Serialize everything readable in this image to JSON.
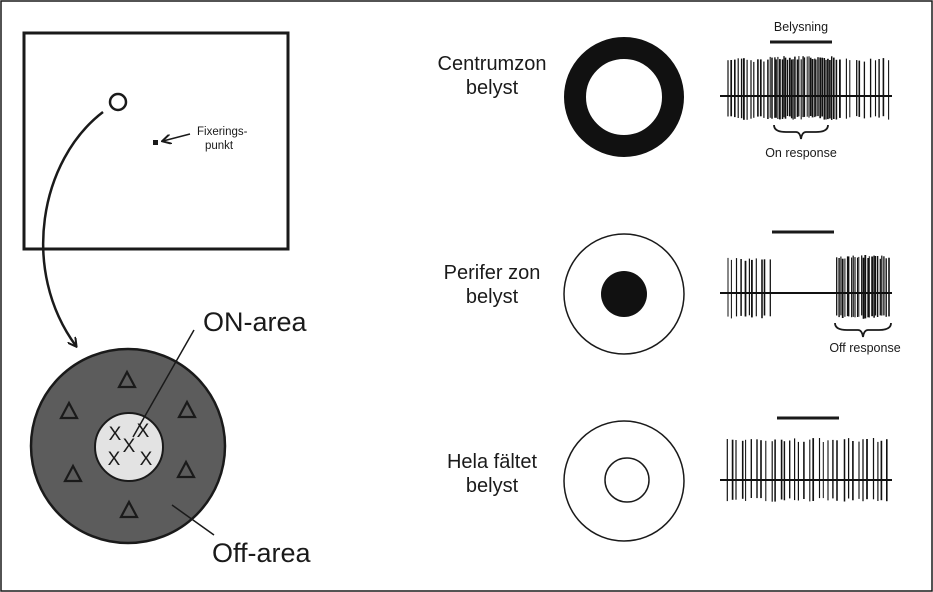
{
  "screen": {
    "fixation_label_line1": "Fixerings-",
    "fixation_label_line2": "punkt"
  },
  "receptive_field": {
    "on_label": "ON-area",
    "off_label": "Off-area",
    "on_symbol": "X",
    "off_symbol": "triangle",
    "colors": {
      "off_area": "#5c5c5c",
      "on_area": "#e3e3e3",
      "outline": "#1a1a1a"
    }
  },
  "rows": [
    {
      "label_line1": "Centrumzon",
      "label_line2": "belyst",
      "bar_label": "Belysning",
      "response_label": "On response"
    },
    {
      "label_line1": "Perifer zon",
      "label_line2": "belyst",
      "bar_label": "",
      "response_label": "Off response"
    },
    {
      "label_line1": "Hela fältet",
      "label_line2": "belyst",
      "bar_label": "",
      "response_label": ""
    }
  ]
}
